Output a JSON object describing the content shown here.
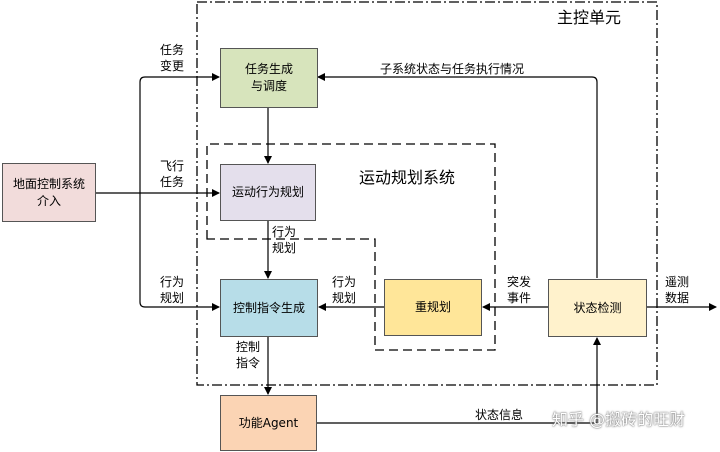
{
  "regions": {
    "main_control_unit": "主控单元",
    "motion_planning_system": "运动规划系统"
  },
  "nodes": {
    "ground_control": "地面控制系统\n介入",
    "task_gen": "任务生成\n与调度",
    "motion_behavior": "运动行为规划",
    "control_cmd": "控制指令生成",
    "replan": "重规划",
    "state_detect": "状态检测",
    "function_agent": "功能Agent"
  },
  "edge_labels": {
    "task_change": "任务\n变更",
    "flight_task": "飞行\n任务",
    "behavior_plan_left": "行为\n规划",
    "behavior_plan_mid": "行为\n规划",
    "behavior_plan_right": "行为\n规划",
    "subsystem_status": "子系统状态与任务执行情况",
    "emergency": "突发\n事件",
    "telemetry": "遥测\n数据",
    "control_cmd_label": "控制\n指令",
    "state_info": "状态信息"
  },
  "watermark": "知乎 @搬砖的旺财",
  "colors": {
    "ground_fill": "#f2dcdb",
    "task_fill": "#d7e4bc",
    "motion_fill": "#e4dfec",
    "control_fill": "#b7dde8",
    "replan_fill": "#ffe699",
    "state_fill": "#fff2cc",
    "agent_fill": "#fbd4b4"
  }
}
